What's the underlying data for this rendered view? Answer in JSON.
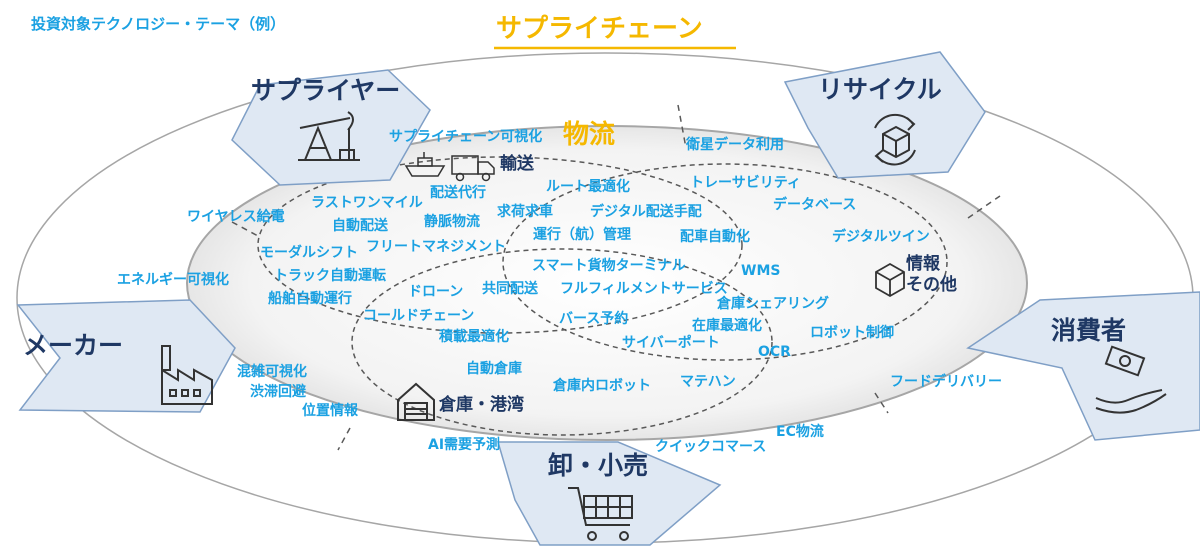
{
  "caption": "投資対象テクノロジー・テーマ（例）",
  "ring_title": "サプライチェーン",
  "actors": {
    "supplier": "サプライヤー",
    "recycle": "リサイクル",
    "maker": "メーカー",
    "consumer": "消費者",
    "retail": "卸・小売"
  },
  "core_title": "物流",
  "subsections": {
    "transport": "輸送",
    "warehouse": "倉庫・港湾",
    "info": "情報\nその他"
  },
  "themes": {
    "supply_chain_visibility": "サプライチェーン可視化",
    "satellite_data": "衛星データ利用",
    "wireless_power": "ワイヤレス給電",
    "last_one_mile": "ラストワンマイル",
    "auto_delivery": "自動配送",
    "delivery_agency": "配送代行",
    "route_optimization": "ルート最適化",
    "traceability": "トレーサビリティ",
    "database": "データベース",
    "venous_logistics": "静脈物流",
    "cargo_matching": "求荷求車",
    "digital_delivery": "デジタル配送手配",
    "modal_shift": "モーダルシフト",
    "fleet_management": "フリートマネジメント",
    "operation_management": "運行（航）管理",
    "dispatch_automation": "配車自動化",
    "digital_twin": "デジタルツイン",
    "energy_visibility": "エネルギー可視化",
    "truck_autonomous": "トラック自動運転",
    "smart_terminal": "スマート貨物ターミナル",
    "wms": "WMS",
    "ship_autonomous": "船舶自動運行",
    "drone": "ドローン",
    "joint_delivery": "共同配送",
    "fulfillment": "フルフィルメントサービス",
    "warehouse_sharing": "倉庫シェアリング",
    "cold_chain": "コールドチェーン",
    "berth_booking": "バース予約",
    "inventory_optimization": "在庫最適化",
    "robot_control": "ロボット制御",
    "loading_optimization": "積載最適化",
    "cyber_port": "サイバーポート",
    "ocr": "OCR",
    "congestion_visibility": "混雑可視化",
    "congestion_avoidance": "渋滞回避",
    "location_info": "位置情報",
    "auto_warehouse": "自動倉庫",
    "warehouse_robot": "倉庫内ロボット",
    "material_handling": "マテハン",
    "food_delivery": "フードデリバリー",
    "ec_logistics": "EC物流",
    "ai_demand": "AI需要予測",
    "quick_commerce": "クイックコマース"
  },
  "colors": {
    "accent_blue": "#1ba1e2",
    "navy": "#1f3864",
    "gold": "#f5b800",
    "arrow_fill": "#dfe8f3"
  },
  "icons": [
    "oil-pump-icon",
    "recycle-box-icon",
    "factory-icon",
    "money-hand-icon",
    "shopping-cart-icon",
    "ship-icon",
    "truck-icon",
    "warehouse-icon",
    "package-icon"
  ]
}
